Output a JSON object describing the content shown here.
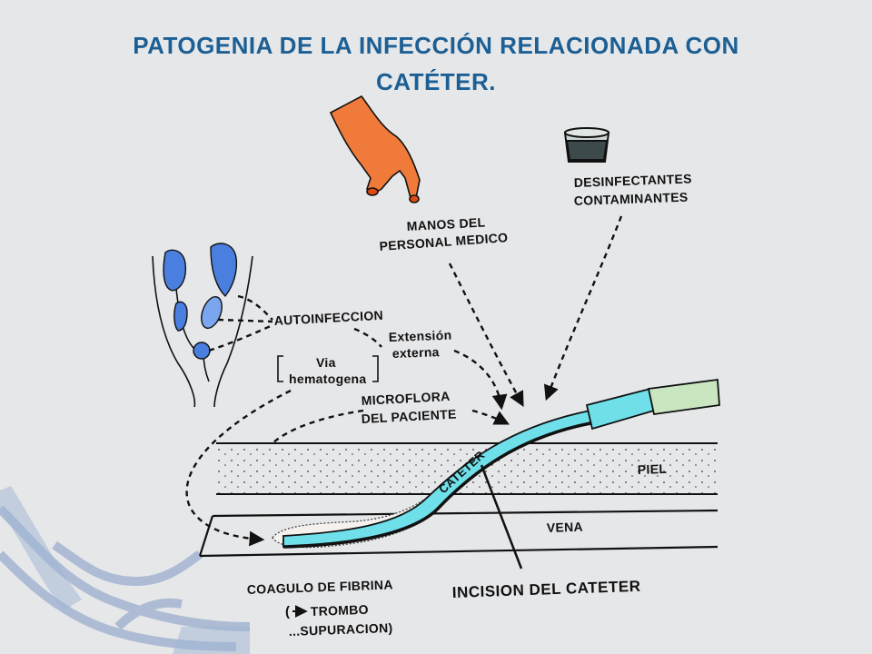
{
  "title": {
    "line1": "PATOGENIA DE LA  INFECCIÓN  RELACIONADA CON",
    "line2": "CATÉTER."
  },
  "labels": {
    "desinfectantes_1": "DESINFECTANTES",
    "desinfectantes_2": "CONTAMINANTES",
    "manos_1": "MANOS DEL",
    "manos_2": "PERSONAL MEDICO",
    "autoinfeccion": "AUTOINFECCION",
    "extension_1": "Extensión",
    "extension_2": "externa",
    "via_1": "Via",
    "via_2": "hematogena",
    "microflora_1": "MICROFLORA",
    "microflora_2": "DEL PACIENTE",
    "cateter": "CATETER",
    "piel": "PIEL",
    "vena": "VENA",
    "coagulo": "COAGULO DE FIBRINA",
    "trombo": "TROMBO",
    "supuracion": "...SUPURACION)",
    "incision": "INCISION DEL CATETER"
  },
  "colors": {
    "title": "#1c5f94",
    "hand": "#f07a3a",
    "organs": "#4a7fe0",
    "catheter": "#6fe0ea",
    "hub_green": "#c9e6c0",
    "background": "#e6e7e9",
    "decor": "#8fa6c9"
  }
}
